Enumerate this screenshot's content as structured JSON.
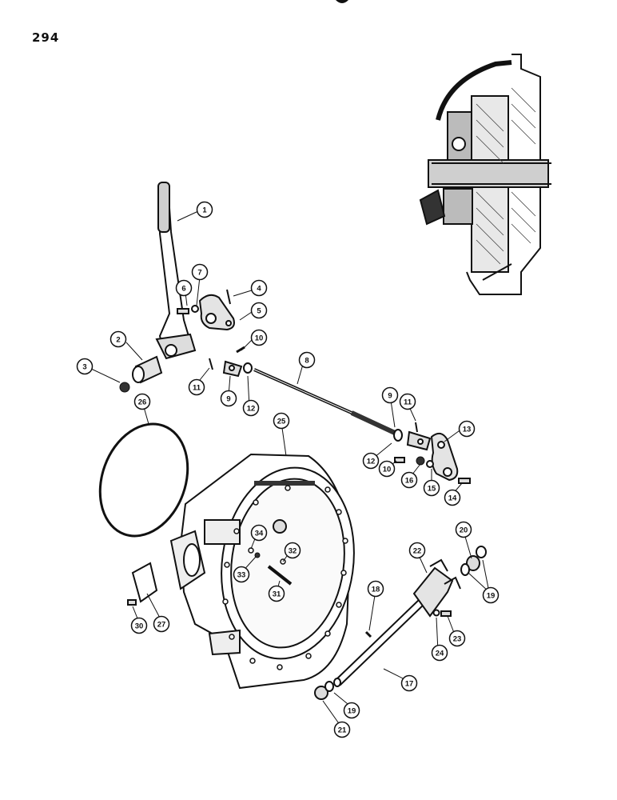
{
  "page": {
    "number": "294"
  },
  "parts": [
    {
      "id": "1",
      "label": "1"
    },
    {
      "id": "2",
      "label": "2"
    },
    {
      "id": "3",
      "label": "3"
    },
    {
      "id": "4",
      "label": "4"
    },
    {
      "id": "5",
      "label": "5"
    },
    {
      "id": "6",
      "label": "6"
    },
    {
      "id": "7",
      "label": "7"
    },
    {
      "id": "8",
      "label": "8"
    },
    {
      "id": "9a",
      "label": "9"
    },
    {
      "id": "9b",
      "label": "9"
    },
    {
      "id": "10a",
      "label": "10"
    },
    {
      "id": "10b",
      "label": "10"
    },
    {
      "id": "11a",
      "label": "11"
    },
    {
      "id": "11b",
      "label": "11"
    },
    {
      "id": "12a",
      "label": "12"
    },
    {
      "id": "12b",
      "label": "12"
    },
    {
      "id": "13",
      "label": "13"
    },
    {
      "id": "14",
      "label": "14"
    },
    {
      "id": "15",
      "label": "15"
    },
    {
      "id": "16",
      "label": "16"
    },
    {
      "id": "17",
      "label": "17"
    },
    {
      "id": "18",
      "label": "18"
    },
    {
      "id": "19a",
      "label": "19"
    },
    {
      "id": "19b",
      "label": "19"
    },
    {
      "id": "20",
      "label": "20"
    },
    {
      "id": "21",
      "label": "21"
    },
    {
      "id": "22",
      "label": "22"
    },
    {
      "id": "23",
      "label": "23"
    },
    {
      "id": "24",
      "label": "24"
    },
    {
      "id": "25",
      "label": "25"
    },
    {
      "id": "26",
      "label": "26"
    },
    {
      "id": "27",
      "label": "27"
    },
    {
      "id": "30",
      "label": "30"
    },
    {
      "id": "31",
      "label": "31"
    },
    {
      "id": "32",
      "label": "32"
    },
    {
      "id": "33",
      "label": "33"
    },
    {
      "id": "34",
      "label": "34"
    }
  ],
  "colors": {
    "ink": "#111111",
    "paper": "#ffffff",
    "hatch": "#444444"
  }
}
